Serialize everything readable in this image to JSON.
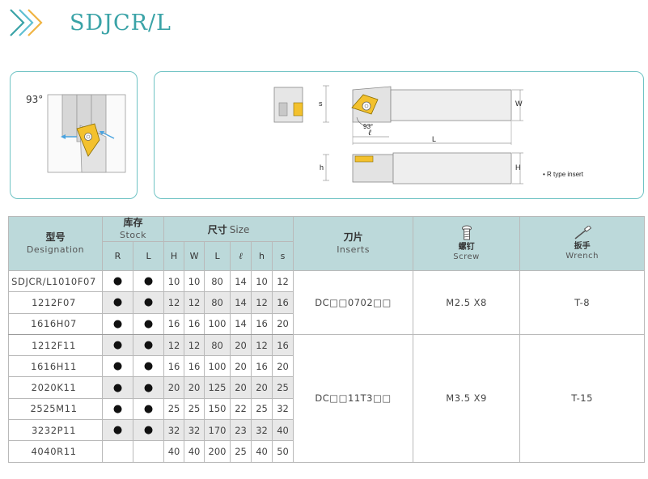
{
  "title": "SDJCR/L",
  "figures": {
    "approach_angle_label": "93°",
    "angle_dim_label": "93°",
    "dims": {
      "s": "s",
      "w": "W",
      "l": "L",
      "ell": "ℓ",
      "h_left": "h",
      "h_right": "H"
    },
    "r_type_note": "• R type insert"
  },
  "colors": {
    "accent": "#3aa3a7",
    "header_bg": "#bcd9da",
    "insert_yellow": "#f3c12d",
    "arrow_blue": "#4aa3df"
  },
  "table": {
    "headers": {
      "designation_cn": "型号",
      "designation_en": "Designation",
      "stock_cn": "库存",
      "stock_en": "Stock",
      "size_cn": "尺寸",
      "size_en": "Size",
      "inserts_cn": "刀片",
      "inserts_en": "Inserts",
      "screw_cn": "螺钉",
      "screw_en": "Screw",
      "wrench_cn": "扳手",
      "wrench_en": "Wrench",
      "sub": {
        "r": "R",
        "l": "L",
        "H": "H",
        "W": "W",
        "L": "L",
        "ell": "ℓ",
        "h": "h",
        "s": "s"
      }
    },
    "rows": [
      {
        "designation": "SDJCR/L1010F07",
        "r": "●",
        "l": "●",
        "H": "10",
        "W": "10",
        "L": "80",
        "ell": "14",
        "h": "10",
        "s": "12"
      },
      {
        "designation": "1212F07",
        "r": "●",
        "l": "●",
        "H": "12",
        "W": "12",
        "L": "80",
        "ell": "14",
        "h": "12",
        "s": "16"
      },
      {
        "designation": "1616H07",
        "r": "●",
        "l": "●",
        "H": "16",
        "W": "16",
        "L": "100",
        "ell": "14",
        "h": "16",
        "s": "20"
      },
      {
        "designation": "1212F11",
        "r": "●",
        "l": "●",
        "H": "12",
        "W": "12",
        "L": "80",
        "ell": "20",
        "h": "12",
        "s": "16"
      },
      {
        "designation": "1616H11",
        "r": "●",
        "l": "●",
        "H": "16",
        "W": "16",
        "L": "100",
        "ell": "20",
        "h": "16",
        "s": "20"
      },
      {
        "designation": "2020K11",
        "r": "●",
        "l": "●",
        "H": "20",
        "W": "20",
        "L": "125",
        "ell": "20",
        "h": "20",
        "s": "25"
      },
      {
        "designation": "2525M11",
        "r": "●",
        "l": "●",
        "H": "25",
        "W": "25",
        "L": "150",
        "ell": "22",
        "h": "25",
        "s": "32"
      },
      {
        "designation": "3232P11",
        "r": "●",
        "l": "●",
        "H": "32",
        "W": "32",
        "L": "170",
        "ell": "23",
        "h": "32",
        "s": "40"
      },
      {
        "designation": "4040R11",
        "r": "",
        "l": "",
        "H": "40",
        "W": "40",
        "L": "200",
        "ell": "25",
        "h": "40",
        "s": "50"
      }
    ],
    "groups": [
      {
        "insert": "DC□□0702□□",
        "screw": "M2.5 X8",
        "wrench": "T-8"
      },
      {
        "insert": "DC□□11T3□□",
        "screw": "M3.5 X9",
        "wrench": "T-15"
      }
    ]
  }
}
